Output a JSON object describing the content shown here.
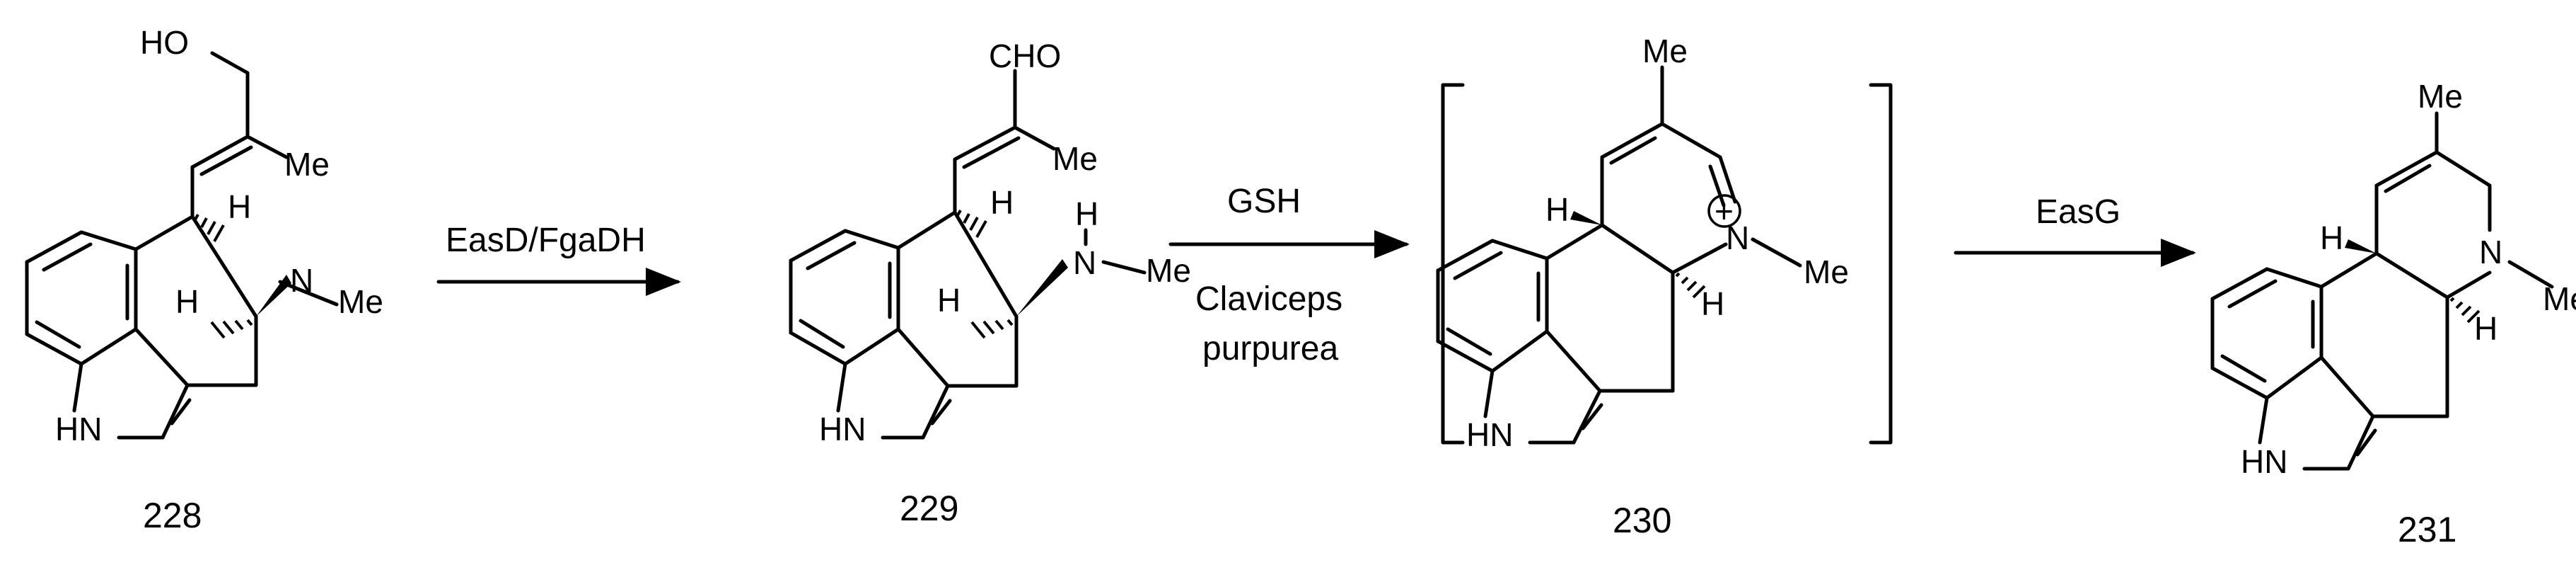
{
  "scheme": {
    "compounds": [
      {
        "id": "228",
        "groups": {
          "hydroxyl": "HO",
          "methyl": "Me",
          "h_upper": "H",
          "h_lower": "H",
          "amine": "N",
          "n_methyl": "Me",
          "indole_nh": "HN"
        }
      },
      {
        "id": "229",
        "groups": {
          "aldehyde": "CHO",
          "methyl": "Me",
          "h_upper": "H",
          "amine_h": "H",
          "amine": "N",
          "n_methyl": "Me",
          "h_lower": "H",
          "indole_nh": "HN"
        }
      },
      {
        "id": "230",
        "groups": {
          "methyl": "Me",
          "h_bridge": "H",
          "charge": "+",
          "iminium": "N",
          "n_methyl": "Me",
          "h_ring": "H",
          "indole_nh": "HN"
        }
      },
      {
        "id": "231",
        "groups": {
          "methyl": "Me",
          "h_bridge": "H",
          "amine": "N",
          "n_methyl": "Me",
          "h_ring": "H",
          "indole_nh": "HN"
        }
      }
    ],
    "steps": [
      {
        "above": "EasD/FgaDH",
        "below": []
      },
      {
        "above": "GSH",
        "below": [
          "Claviceps",
          "purpurea"
        ]
      },
      {
        "above": "EasG",
        "below": []
      }
    ]
  }
}
